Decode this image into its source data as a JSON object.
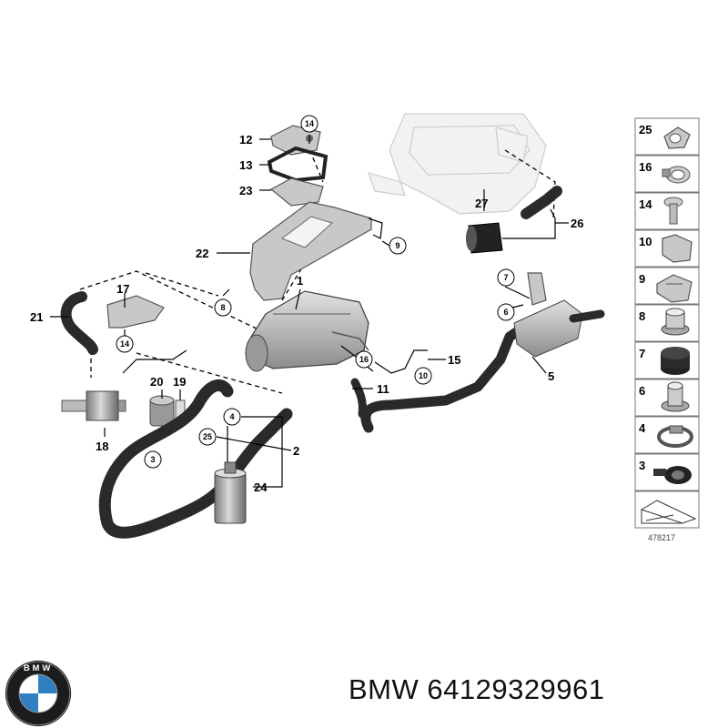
{
  "diagram": {
    "ref_number": "478217",
    "callouts": {
      "c1": "1",
      "c2": "2",
      "c5": "5",
      "c11": "11",
      "c12": "12",
      "c13": "13",
      "c15": "15",
      "c17": "17",
      "c18": "18",
      "c19": "19",
      "c20": "20",
      "c21": "21",
      "c22": "22",
      "c23": "23",
      "c24": "24",
      "c26": "26",
      "c27": "27"
    },
    "circled": {
      "c3": "3",
      "c4": "4",
      "c6": "6",
      "c7": "7",
      "c8": "8",
      "c9": "9",
      "c10": "10",
      "c14a": "14",
      "c14b": "14",
      "c16": "16",
      "c25": "25"
    },
    "legend": [
      "25",
      "16",
      "14",
      "10",
      "9",
      "8",
      "7",
      "6",
      "4",
      "3"
    ]
  },
  "brand": {
    "logo_letters": "BMW",
    "caption": "BMW 64129329961"
  }
}
